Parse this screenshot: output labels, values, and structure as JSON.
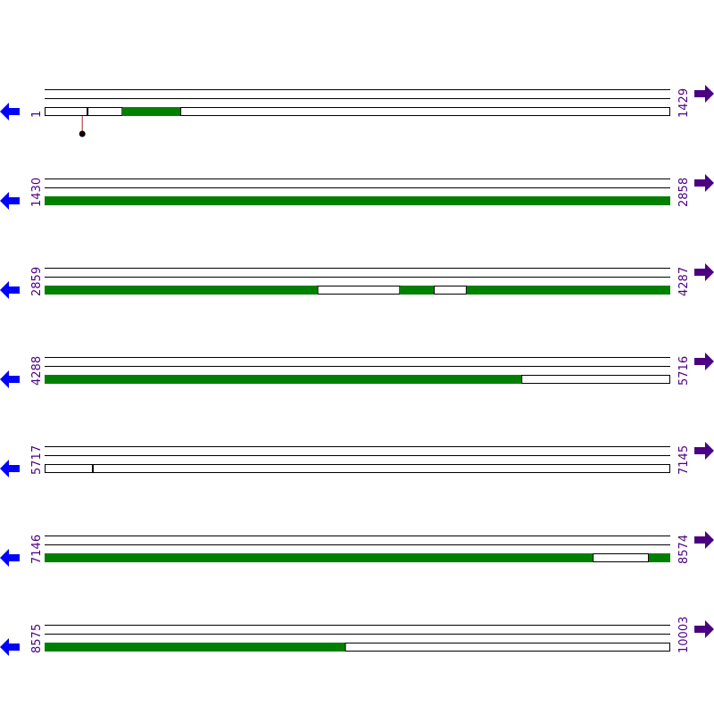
{
  "colors": {
    "feature": "#008000",
    "track_line": "#000000",
    "label": "#4b0082",
    "left_arrow": "#0000ff",
    "right_arrow": "#4b0082",
    "marker_stem": "#b22222",
    "marker_head": "#000000"
  },
  "icons": {
    "left": "left-arrow-icon",
    "right": "right-arrow-icon"
  },
  "sequence_length": 10003,
  "rows": [
    {
      "start": "1",
      "end": "1429",
      "from": 1,
      "to": 1429,
      "features": [
        [
          1,
          98
        ],
        [
          99,
          178
        ],
        [
          179,
          310
        ],
        [
          311,
          1429
        ]
      ],
      "marker": 87
    },
    {
      "start": "1430",
      "end": "2858",
      "from": 1430,
      "to": 2858,
      "features": [
        [
          1430,
          2858
        ]
      ]
    },
    {
      "start": "2859",
      "end": "4287",
      "from": 2859,
      "to": 4287,
      "features": [
        [
          2859,
          3481
        ],
        [
          3482,
          3670
        ],
        [
          3671,
          3747
        ],
        [
          3748,
          3822
        ],
        [
          3823,
          4287
        ]
      ]
    },
    {
      "start": "4288",
      "end": "5716",
      "from": 4288,
      "to": 5716,
      "features": [
        [
          4288,
          5376
        ],
        [
          5377,
          5716
        ]
      ]
    },
    {
      "start": "5717",
      "end": "7145",
      "from": 5717,
      "to": 7145,
      "features": [
        [
          5717,
          5826
        ],
        [
          5827,
          7145
        ]
      ]
    },
    {
      "start": "7146",
      "end": "8574",
      "from": 7146,
      "to": 8574,
      "features": [
        [
          7146,
          8397
        ],
        [
          8398,
          8525
        ],
        [
          8526,
          8574
        ]
      ]
    },
    {
      "start": "8575",
      "end": "10003",
      "from": 8575,
      "to": 10003,
      "features": [
        [
          8575,
          9260
        ],
        [
          9261,
          10003
        ]
      ]
    }
  ]
}
